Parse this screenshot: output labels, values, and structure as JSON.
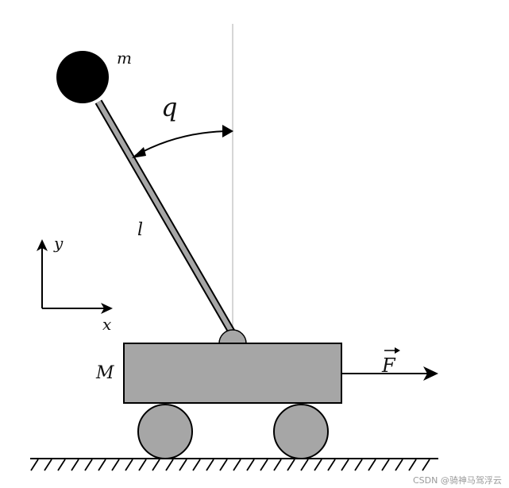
{
  "diagram": {
    "labels": {
      "mass": "m",
      "angle": "q",
      "length": "l",
      "axis_y": "y",
      "axis_x": "x",
      "cart_mass": "M",
      "force": "F"
    },
    "watermark": "CSDN @骑神马驾浮云",
    "colors": {
      "line": "#000000",
      "cart_fill": "#a6a6a6",
      "wheel_fill": "#a6a6a6",
      "pivot_fill": "#a6a6a6",
      "rod_fill": "#a6a6a6",
      "bob_fill": "#000000",
      "vertical_ref": "#c8c8c8"
    }
  }
}
